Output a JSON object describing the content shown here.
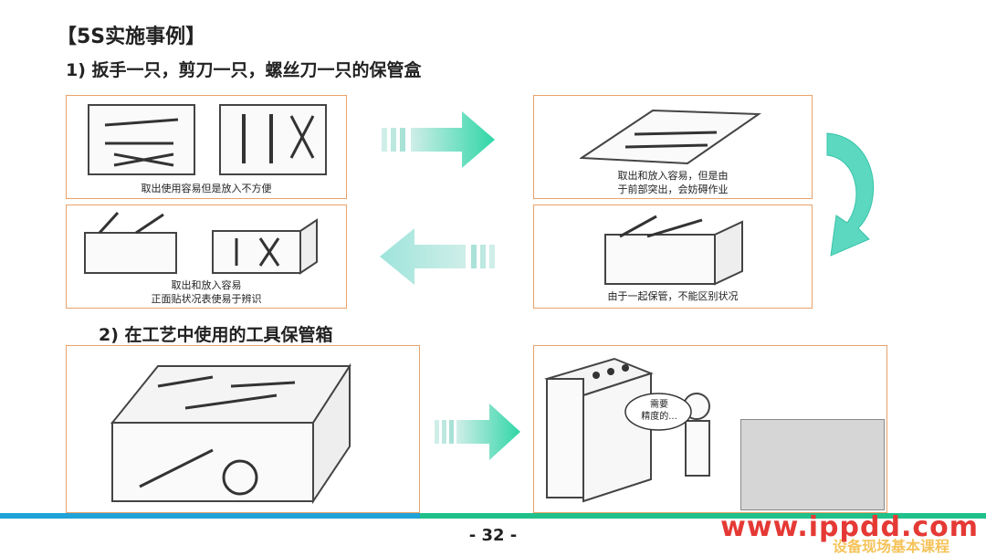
{
  "title": "【5S实施事例】",
  "section1": {
    "heading": "1) 扳手一只，剪刀一只，螺丝刀一只的保管盒"
  },
  "section2": {
    "heading": "2) 在工艺中使用的工具保管箱"
  },
  "panels": {
    "top_left_caption": "取出使用容易但是放入不方便",
    "top_right_caption_line1": "取出和放入容易，但是由",
    "top_right_caption_line2": "于前部突出，会妨碍作业",
    "bottom_right_caption": "由于一起保管，不能区别状况",
    "bottom_left_caption_line1": "取出和放入容易",
    "bottom_left_caption_line2": "正面贴状况表使易于辨识",
    "speech_line1": "需要",
    "speech_line2": "精度的..."
  },
  "footer": {
    "page_number": "- 32 -",
    "watermark": "www.ippdd.com",
    "watermark_sub": "设备现场基本课程"
  },
  "colors": {
    "accent_border": "#e9a26a",
    "arrow": "#2fd6a7",
    "bar_blue": "#1fa2d8",
    "bar_green": "#1fc08a"
  }
}
